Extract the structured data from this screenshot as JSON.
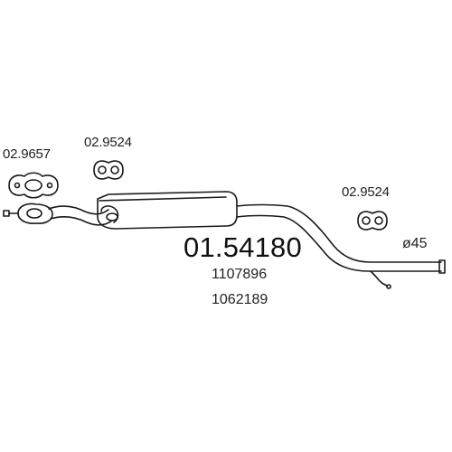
{
  "part_refs": {
    "gasket": "02.9657",
    "hanger_front": "02.9524",
    "hanger_rear": "02.9524"
  },
  "main_part_number": "01.54180",
  "oe_numbers": [
    "1107896",
    "1062189"
  ],
  "pipe_diameter": "ø45",
  "icons": {
    "gasket": "flange-gasket-icon",
    "hanger": "rubber-hanger-icon",
    "pipe": "exhaust-middle-pipe-silencer"
  },
  "colors": {
    "line": "#1a1a1a",
    "background": "#ffffff"
  }
}
